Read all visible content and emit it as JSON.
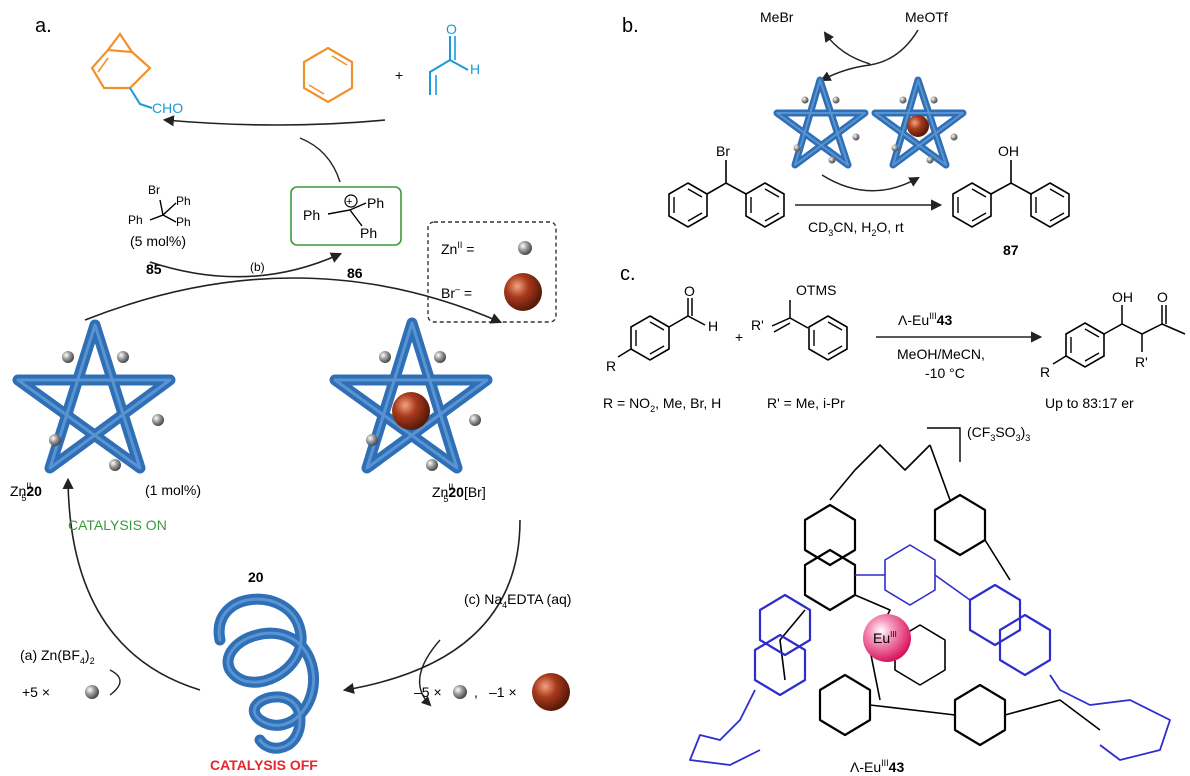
{
  "panels": {
    "a": {
      "label": "a.",
      "top_product": "CHO",
      "reagent_cat": {
        "br": "Br",
        "ph": "Ph",
        "loading": "(5 mol%)",
        "id": "85"
      },
      "cation": {
        "ph": "Ph",
        "id": "86"
      },
      "step_b": "(b)",
      "legend": {
        "zn": "Zn",
        "zn_sup": "II",
        "eq": " =",
        "br": "Br",
        "br_sup": "–",
        "br_eq": " ="
      },
      "cat_on": {
        "label": "Zn",
        "sup": "II",
        "sub": "5",
        "id": "20",
        "loading": "(1 mol%)",
        "state": "CATALYSIS  ON"
      },
      "cat_br": {
        "label": "Zn",
        "sup": "II",
        "sub": "5",
        "id": "20",
        "suffix": "[Br]"
      },
      "free_knot": {
        "id": "20",
        "state": "CATALYSIS  OFF"
      },
      "step_a": {
        "text": "(a) Zn(BF",
        "sub": "4",
        "tail": ")",
        "sub2": "2",
        "add": "+5 ×"
      },
      "step_c": {
        "text": "(c) Na",
        "sub": "4",
        "tail": "EDTA (aq)",
        "remove1": "–5 ×",
        "comma": ",",
        "remove2": "–1 ×"
      }
    },
    "b": {
      "label": "b.",
      "mebr": "MeBr",
      "meotf": "MeOTf",
      "br": "Br",
      "oh": "OH",
      "conditions": {
        "a": "CD",
        "sub1": "3",
        "b": "CN, H",
        "sub2": "2",
        "c": "O, rt"
      },
      "product_id": "87"
    },
    "c": {
      "label": "c.",
      "r": "R",
      "h": "H",
      "plus": "+",
      "otms": "OTMS",
      "rprime": "R'",
      "catalyst": {
        "lambda": "Λ-Eu",
        "sup": "III",
        "id": "43"
      },
      "conditions1": "MeOH/MeCN,",
      "conditions2": "-10 °C",
      "oh": "OH",
      "o": "O",
      "r_def": {
        "a": "R = NO",
        "sub": "2",
        "b": ", Me, Br, H"
      },
      "rp_def": "R' = Me, i-Pr",
      "er": "Up to 83:17 er",
      "counterion": {
        "a": "(CF",
        "sub1": "3",
        "b": "SO",
        "sub2": "3",
        "c": ")",
        "sub3": "3"
      },
      "eu_center": {
        "text": "Eu",
        "sup": "III"
      },
      "complex_label": {
        "lambda": "Λ-Eu",
        "sup": "III",
        "id": "43"
      }
    }
  },
  "colors": {
    "knot": "#2f6fb5",
    "knot_hi": "#5a93d2",
    "green": "#3a9a3a",
    "red": "#e8262b",
    "orange": "#f0922b",
    "blue_struct": "#1a9ad8",
    "ligand_blue": "#2c2ccf",
    "bromide": "#a83a1c",
    "eu": "#e8286e"
  }
}
